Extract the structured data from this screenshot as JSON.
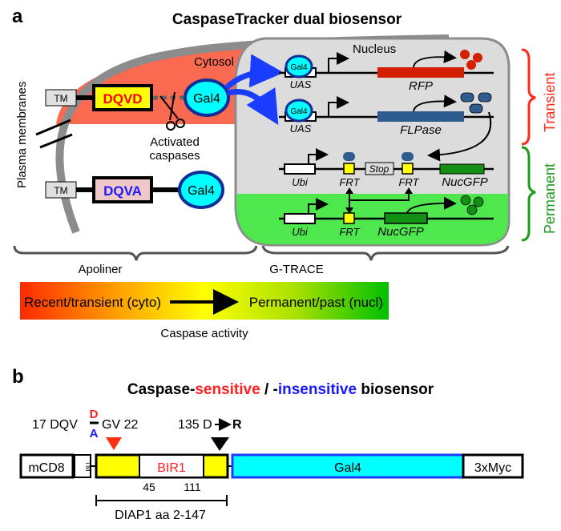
{
  "panel_a": {
    "label": "a",
    "title": "CaspaseTracker dual biosensor",
    "plasma_membranes": "Plasma membranes",
    "cytosol": "Cytosol",
    "nucleus": "Nucleus",
    "tm1": "TM",
    "tm2": "TM",
    "dqvd": "DQVD",
    "dqva": "DQVA",
    "gal4_1": "Gal4",
    "gal4_2": "Gal4",
    "activated": "Activated",
    "caspases": "caspases",
    "gal4_small_1": "Gal4",
    "gal4_small_2": "Gal4",
    "uas1": "UAS",
    "uas2": "UAS",
    "rfp": "RFP",
    "flpase": "FLPase",
    "ubi1": "Ubi",
    "frt1": "FRT",
    "stop": "Stop",
    "frt2": "FRT",
    "nucgfp1": "NucGFP",
    "ubi2": "Ubi",
    "frt3": "FRT",
    "nucgfp2": "NucGFP",
    "transient": "Transient",
    "permanent": "Permanent",
    "apoliner": "Apoliner",
    "gtrace": "G-TRACE",
    "bar_left": "Recent/transient (cyto)",
    "bar_right": "Permanent/past (nucl)",
    "caspase_activity": "Caspase activity",
    "colors": {
      "cytosol": "#f96a50",
      "nucleus": "#dcdcdc",
      "green_region": "#4ee84e",
      "membrane": "#8c8c8c",
      "gal4_fill": "#00ffff",
      "gal4_border": "#0d2f99",
      "rfp": "#d42000",
      "flpase": "#2e5c8e",
      "nucgfp": "#139013",
      "transient": "#ff2a1a",
      "permanent": "#1a9c1a",
      "arrow_blue": "#1a3cff"
    }
  },
  "panel_b": {
    "label": "b",
    "title_part1": "Caspase-",
    "title_sensitive": "sensitive",
    "title_part2": " / -",
    "title_insensitive": "insensitive",
    "title_part3": " biosensor",
    "site_left": "17 DQV",
    "site_right": "GV 22",
    "site_d": "D",
    "site_a": "A",
    "mut_prefix": "135 D",
    "mut_r": "R",
    "mcd8": "mCD8",
    "tm": "TM",
    "bir1": "BIR1",
    "gal4": "Gal4",
    "myc": "3xMyc",
    "pos45": "45",
    "pos111": "111",
    "diap1": "DIAP1 aa 2-147"
  }
}
